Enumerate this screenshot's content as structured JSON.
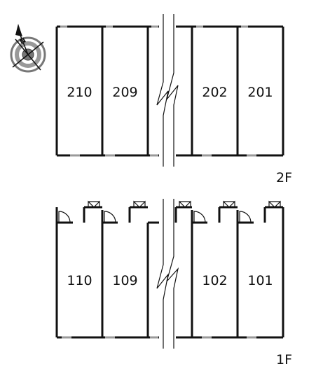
{
  "compass": {
    "north_label": "N"
  },
  "floors": [
    {
      "label": "2F",
      "rooms": [
        {
          "number": "210"
        },
        {
          "number": "209"
        },
        {
          "number": "202"
        },
        {
          "number": "201"
        }
      ]
    },
    {
      "label": "1F",
      "rooms": [
        {
          "number": "110"
        },
        {
          "number": "109"
        },
        {
          "number": "102"
        },
        {
          "number": "101"
        }
      ]
    }
  ],
  "colors": {
    "line": "#111111",
    "window": "#9a9a9a",
    "background": "#ffffff"
  }
}
